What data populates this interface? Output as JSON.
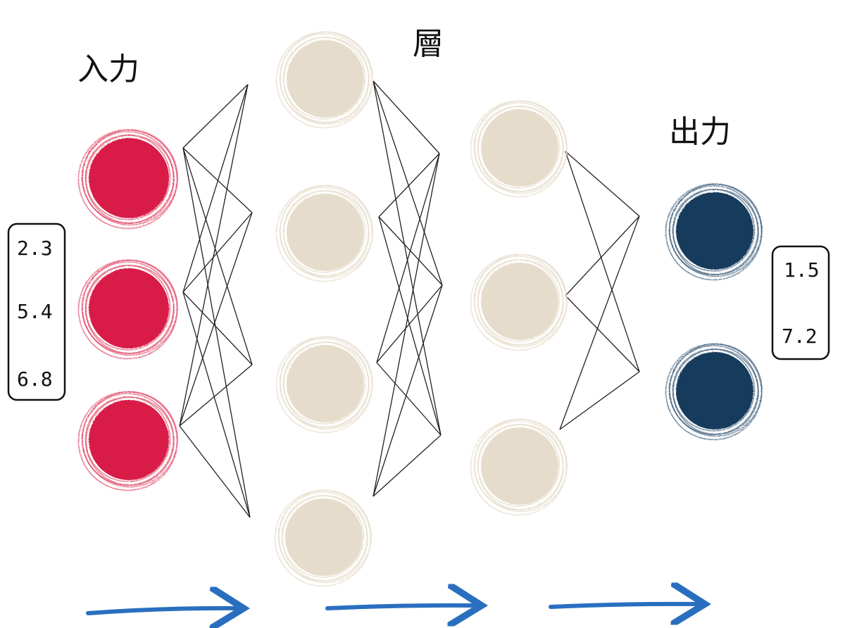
{
  "labels": {
    "input": "入力",
    "hidden": "層",
    "output": "出力"
  },
  "input_values": [
    "2.3",
    "5.4",
    "6.8"
  ],
  "output_values": [
    "1.5",
    "7.2"
  ],
  "colors": {
    "input_node": "#d81b46",
    "hidden_node": "#e6dccb",
    "output_node": "#163b5c",
    "connection": "#222222",
    "arrow": "#2a6fbf"
  },
  "layers": [
    {
      "role": "input",
      "nodes": 3
    },
    {
      "role": "hidden",
      "nodes": 4
    },
    {
      "role": "hidden",
      "nodes": 3
    },
    {
      "role": "output",
      "nodes": 2
    }
  ]
}
